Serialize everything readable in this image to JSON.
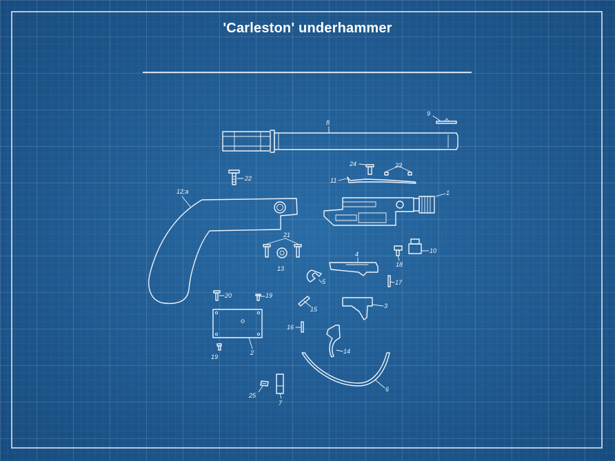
{
  "title": "'Carleston' underhammer",
  "colors": {
    "background": "#1f5f98",
    "ink": "#eef4fb"
  },
  "labels": {
    "p1": "1",
    "p2": "2",
    "p3": "3",
    "p4": "4",
    "p5": "5",
    "p6": "6",
    "p7": "7",
    "p8": "8",
    "p9": "9",
    "p10": "10",
    "p11": "11",
    "p12": "12;a",
    "p13": "13",
    "p14": "14",
    "p15": "15",
    "p16": "16",
    "p17": "17",
    "p18": "18",
    "p19a": "19",
    "p19b": "19",
    "p20": "20",
    "p21": "21",
    "p22": "22",
    "p23": "23",
    "p24": "24",
    "p25": "25"
  }
}
